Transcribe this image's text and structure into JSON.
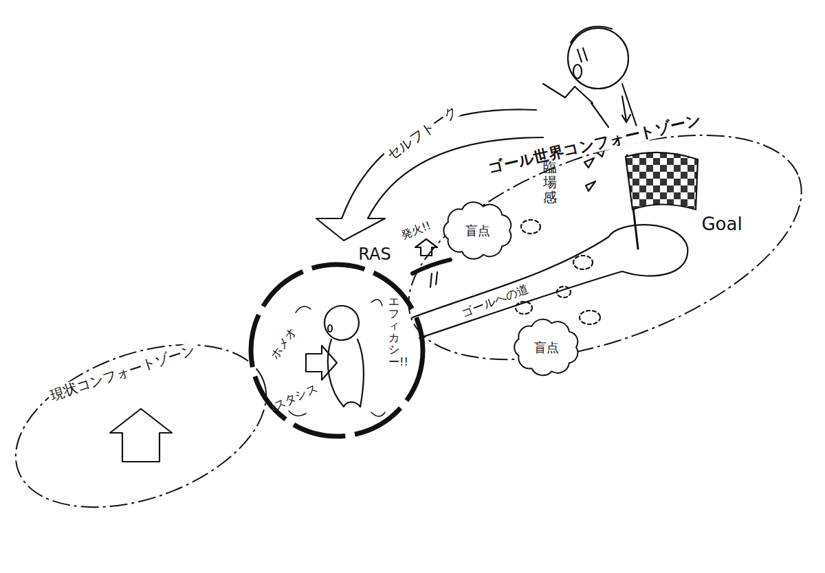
{
  "diagram": {
    "nodes": [
      {
        "text": [
          "現状コンフォートゾーン"
        ]
      },
      {
        "text": [
          "ゴール世界コンフォートゾーン"
        ]
      },
      {
        "text": [
          "盲点"
        ],
        "in": 1
      },
      {
        "text": [
          "盲点"
        ],
        "in": 1
      },
      {
        "text": [
          "RAS",
          "ホメオ",
          "スタシス",
          "エフィカシー!!"
        ]
      }
    ],
    "labels": [
      "セルフトーク",
      "発火!!",
      "臨場感",
      "Goal",
      "ゴールへの道"
    ]
  }
}
